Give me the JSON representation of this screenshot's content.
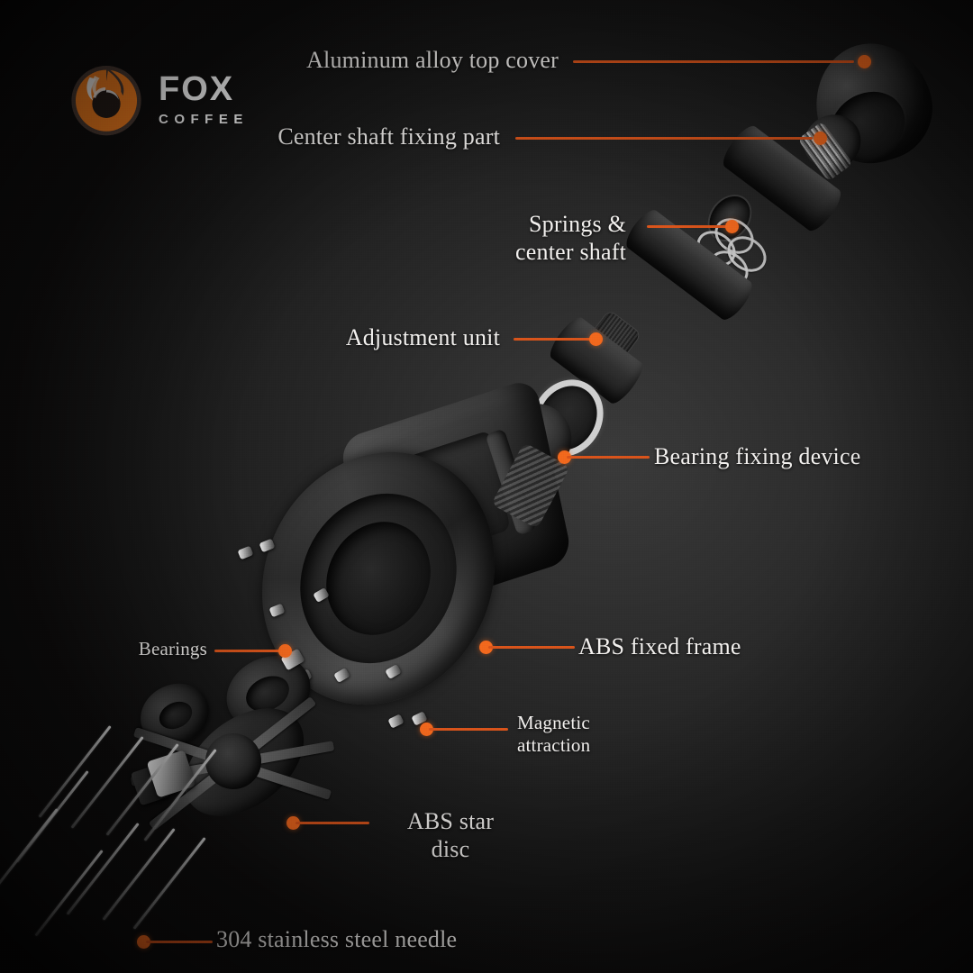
{
  "brand": {
    "name": "FOX",
    "tagline": "COFFEE",
    "mark_icon": "fox-flame-logo",
    "accent_color": "#f2681d"
  },
  "theme": {
    "background_dark": "#0e0d0d",
    "background_light": "#3a3a3a",
    "accent": "#f2681d",
    "leader_line": "#d8541b",
    "label_text": "#f2f0ee"
  },
  "diagram": {
    "type": "exploded-view",
    "subject": "coffee distribution / WDT needle tool assembly",
    "callouts": [
      {
        "id": "aluminum-alloy-top-cover",
        "label": "Aluminum alloy top cover",
        "align": "right",
        "lines": 1
      },
      {
        "id": "center-shaft-fixing-part",
        "label": "Center shaft fixing part",
        "align": "right",
        "lines": 1
      },
      {
        "id": "springs-center-shaft",
        "label": "Springs &\ncenter shaft",
        "align": "right",
        "lines": 2
      },
      {
        "id": "adjustment-unit",
        "label": "Adjustment unit",
        "align": "right",
        "lines": 1
      },
      {
        "id": "bearing-fixing-device",
        "label": "Bearing fixing device",
        "align": "left",
        "lines": 1
      },
      {
        "id": "abs-fixed-frame",
        "label": "ABS fixed frame",
        "align": "left",
        "lines": 1
      },
      {
        "id": "bearings",
        "label": "Bearings",
        "align": "right",
        "lines": 1,
        "size": "small"
      },
      {
        "id": "magnetic-attraction",
        "label": "Magnetic\nattraction",
        "align": "left",
        "lines": 2,
        "size": "small"
      },
      {
        "id": "abs-star-disc",
        "label": "ABS star\ndisc",
        "align": "center",
        "lines": 2
      },
      {
        "id": "stainless-steel-needle",
        "label": "304 stainless steel needle",
        "align": "left",
        "lines": 1
      }
    ]
  }
}
